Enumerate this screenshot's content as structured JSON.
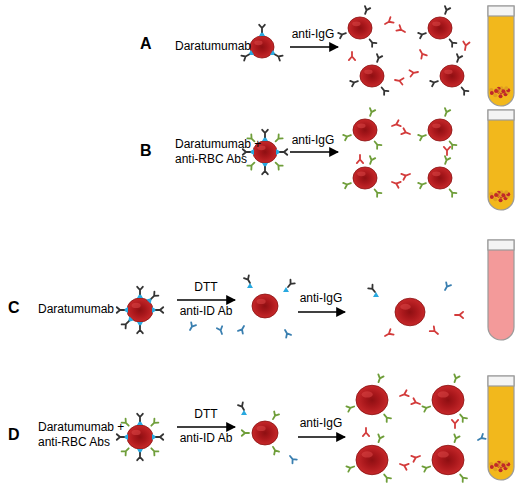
{
  "diagram": {
    "labels": [
      "A",
      "Daratumumab",
      "anti-IgG",
      "B",
      "Daratumumab + anti-RBC Abs",
      "anti-IgG",
      "C",
      "Daratumumab",
      "DTT",
      "anti-ID Ab",
      "anti-IgG",
      "D",
      "Daratumumab + anti-RBC Abs",
      "DTT",
      "anti-ID Ab",
      "anti-IgG"
    ]
  }
}
